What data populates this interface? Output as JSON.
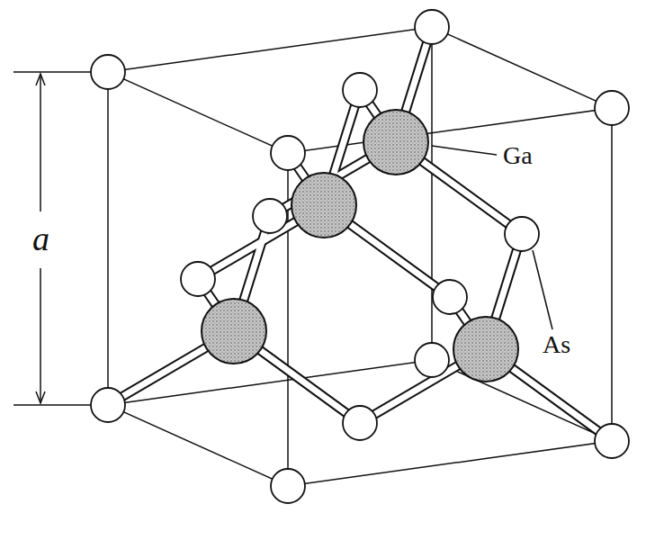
{
  "diagram": {
    "labels": [
      "a",
      "Ga",
      "As"
    ]
  }
}
